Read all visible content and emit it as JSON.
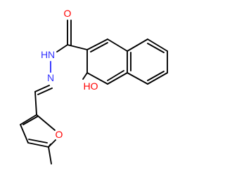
{
  "structure": {
    "atom_labels": {
      "carbonyl_oxygen": "O",
      "amide_n": "N",
      "amide_h": "H",
      "imine_n": "N",
      "hydroxyl": "HO",
      "furan_oxygen": "O"
    },
    "colors": {
      "bond": "#000000",
      "oxygen": "#ff0000",
      "nitrogen": "#3333ff",
      "background": "#ffffff"
    }
  }
}
